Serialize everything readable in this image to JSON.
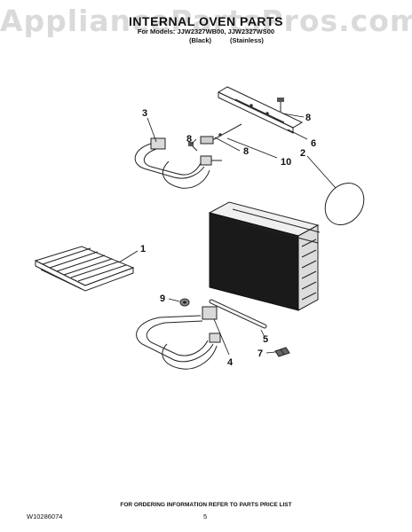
{
  "watermark": "AppliancePartsPros.com",
  "header": {
    "title": "INTERNAL OVEN PARTS",
    "models_line": "For Models: JJW2327WB00, JJW2327WS00",
    "finish_black": "(Black)",
    "finish_stainless": "(Stainless)"
  },
  "callouts": {
    "c1": "1",
    "c2": "2",
    "c3": "3",
    "c4": "4",
    "c5": "5",
    "c6": "6",
    "c7": "7",
    "c8a": "8",
    "c8b": "8",
    "c8c": "8",
    "c9": "9",
    "c10": "10"
  },
  "footer": {
    "note": "FOR ORDERING INFORMATION REFER TO PARTS PRICE LIST",
    "doc_number": "W10286074",
    "page_number": "5"
  }
}
